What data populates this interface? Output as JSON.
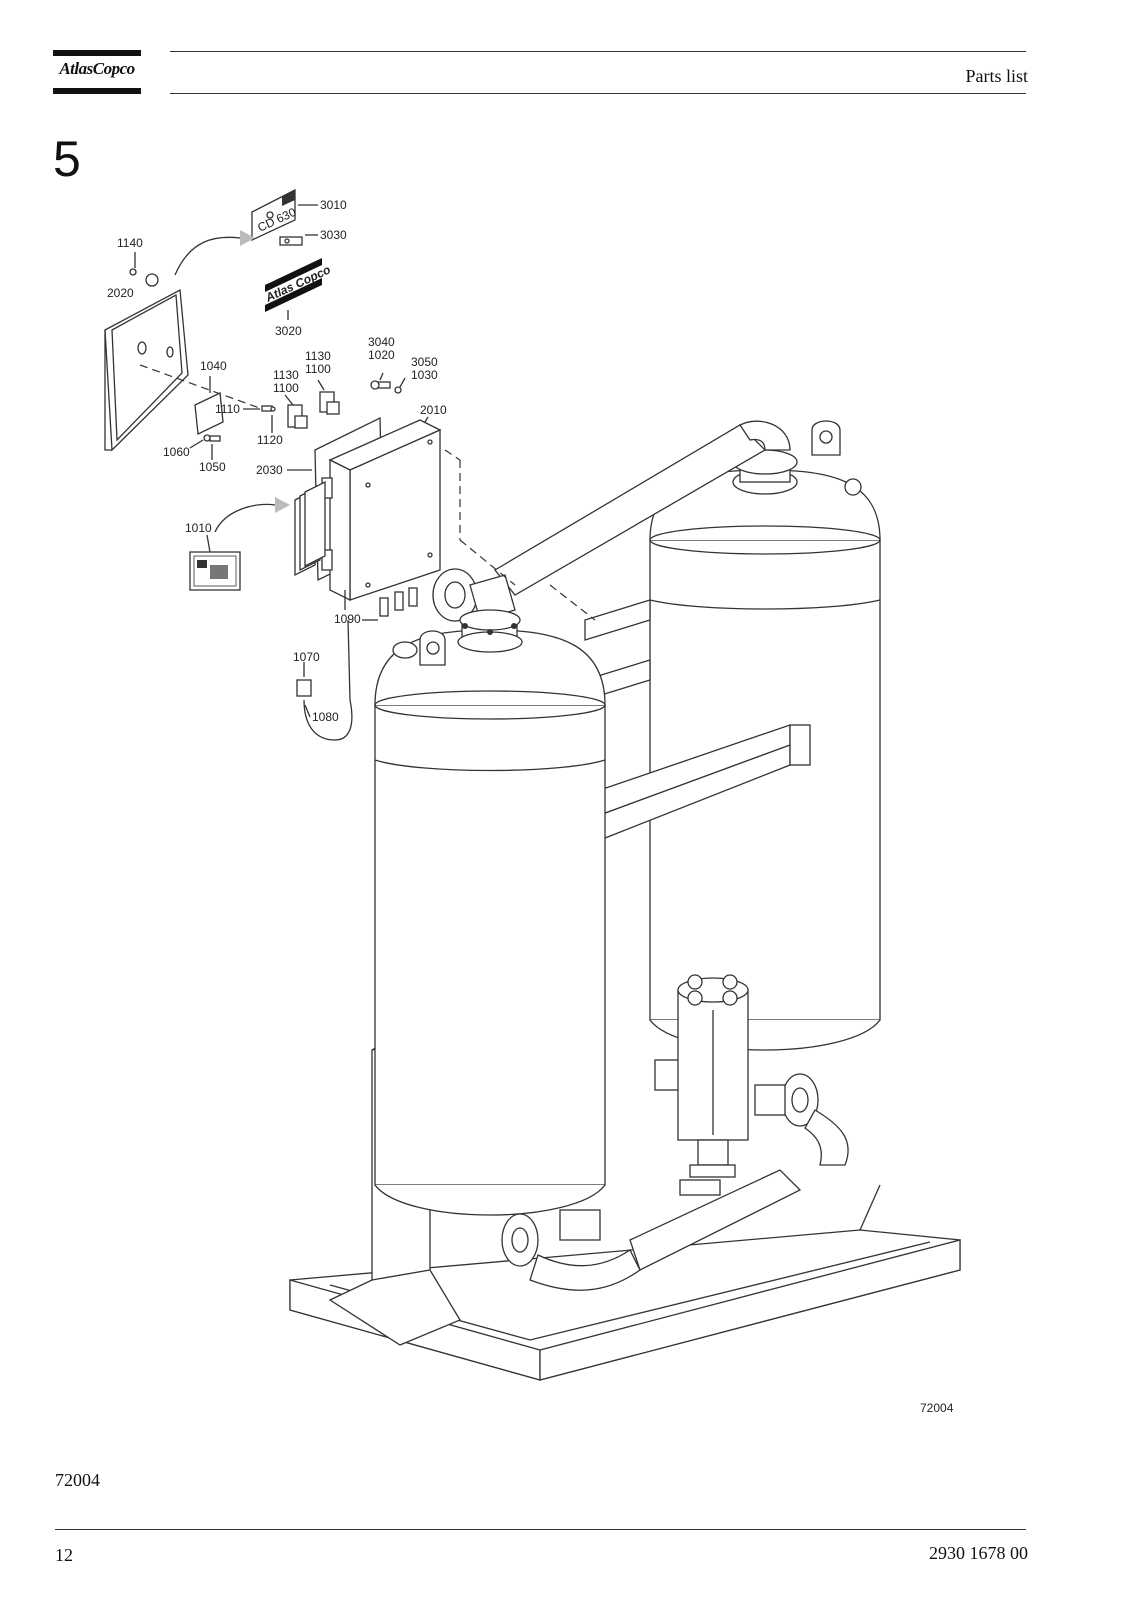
{
  "header": {
    "logo_text": "AtlasCopco",
    "title": "Parts list"
  },
  "section": {
    "number": "5"
  },
  "figure": {
    "drawing_ref": "72004",
    "callouts": [
      {
        "id": "c3010",
        "label": "3010"
      },
      {
        "id": "c3030",
        "label": "3030"
      },
      {
        "id": "c1140",
        "label": "1140"
      },
      {
        "id": "c2020",
        "label": "2020"
      },
      {
        "id": "c3020",
        "label": "3020"
      },
      {
        "id": "c3040",
        "label": "3040"
      },
      {
        "id": "c1020",
        "label": "1020"
      },
      {
        "id": "c3050",
        "label": "3050"
      },
      {
        "id": "c1030",
        "label": "1030"
      },
      {
        "id": "c1130a",
        "label": "1130"
      },
      {
        "id": "c1100a",
        "label": "1100"
      },
      {
        "id": "c1130b",
        "label": "1130"
      },
      {
        "id": "c1100b",
        "label": "1100"
      },
      {
        "id": "c1040",
        "label": "1040"
      },
      {
        "id": "c2010",
        "label": "2010"
      },
      {
        "id": "c1110",
        "label": "1110"
      },
      {
        "id": "c1120",
        "label": "1120"
      },
      {
        "id": "c1060",
        "label": "1060"
      },
      {
        "id": "c1050",
        "label": "1050"
      },
      {
        "id": "c2030",
        "label": "2030"
      },
      {
        "id": "c1010",
        "label": "1010"
      },
      {
        "id": "c1090",
        "label": "1090"
      },
      {
        "id": "c1070",
        "label": "1070"
      },
      {
        "id": "c1080",
        "label": "1080"
      }
    ],
    "label_plate_text": "CD 630",
    "decal_text": "Atlas Copco"
  },
  "footer": {
    "figure_ref": "72004",
    "page_number": "12",
    "document_number": "2930 1678 00"
  }
}
